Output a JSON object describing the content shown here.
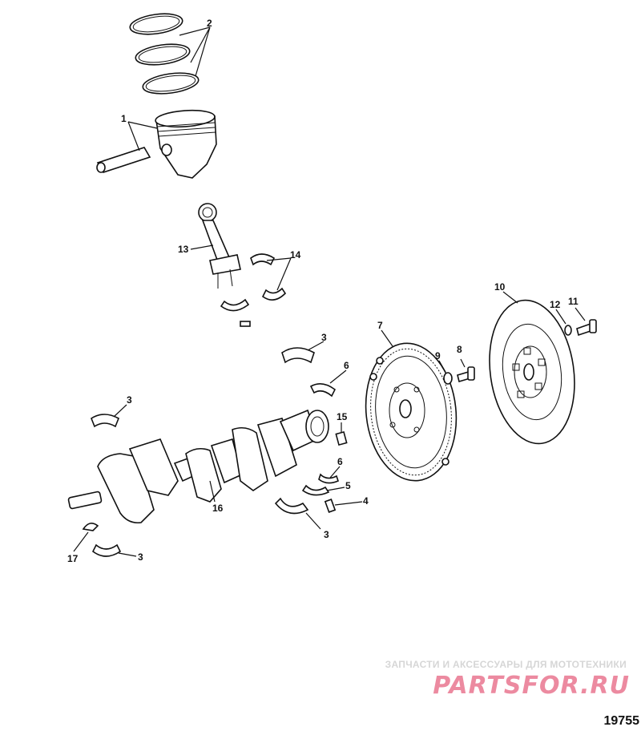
{
  "callouts": {
    "c1": "1",
    "c2": "2",
    "c3a": "3",
    "c3b": "3",
    "c3c": "3",
    "c3d": "3",
    "c4": "4",
    "c5": "5",
    "c6a": "6",
    "c6b": "6",
    "c7": "7",
    "c8": "8",
    "c9": "9",
    "c10": "10",
    "c11": "11",
    "c12": "12",
    "c13": "13",
    "c14": "14",
    "c15": "15",
    "c16": "16",
    "c17": "17"
  },
  "watermark": {
    "tagline": "ЗАПЧАСТИ И АКСЕССУАРЫ ДЛЯ МОТОТЕХНИКИ",
    "logo": "PARTSFOR.RU"
  },
  "figure_number": "19755"
}
